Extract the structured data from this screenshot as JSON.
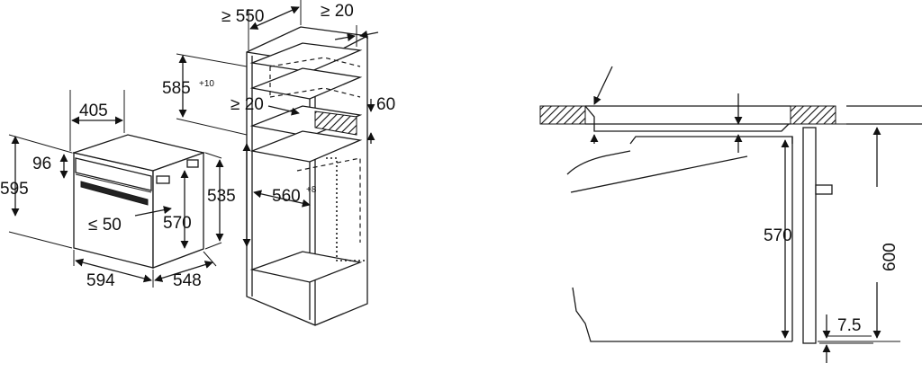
{
  "labels": {
    "oven_depth_top": "405",
    "oven_height": "595",
    "panel_height": "96",
    "handle_gap": "≤ 50",
    "oven_body_height": "570",
    "oven_width": "594",
    "oven_depth": "548",
    "cab_depth": "≥ 550",
    "cab_side_gap": "≥ 20",
    "niche_height": "585",
    "niche_height_tol": "+10",
    "vent_depth": "≥ 20",
    "vent_gap": "60",
    "niche_inner_height": "535",
    "niche_width": "560",
    "niche_width_tol": "+8",
    "side_inner_height": "570",
    "side_total_height": "600",
    "side_bottom_gap": "7.5"
  }
}
